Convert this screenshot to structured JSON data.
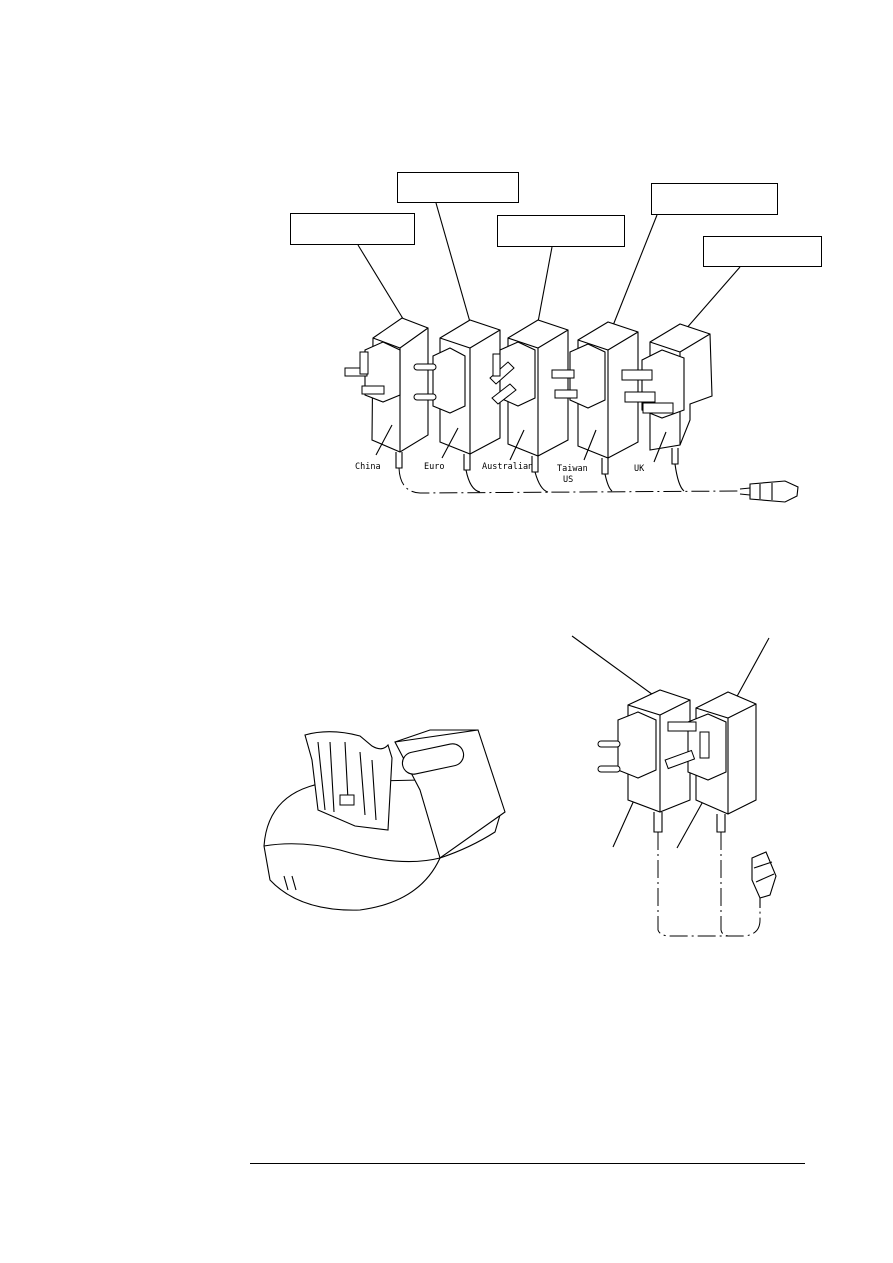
{
  "figure_top": {
    "plug_labels": {
      "china": "China",
      "euro": "Euro",
      "australian": "Australian",
      "taiwan_us_line1": "Taiwan",
      "taiwan_us_line2": "US",
      "uk": "UK"
    }
  }
}
